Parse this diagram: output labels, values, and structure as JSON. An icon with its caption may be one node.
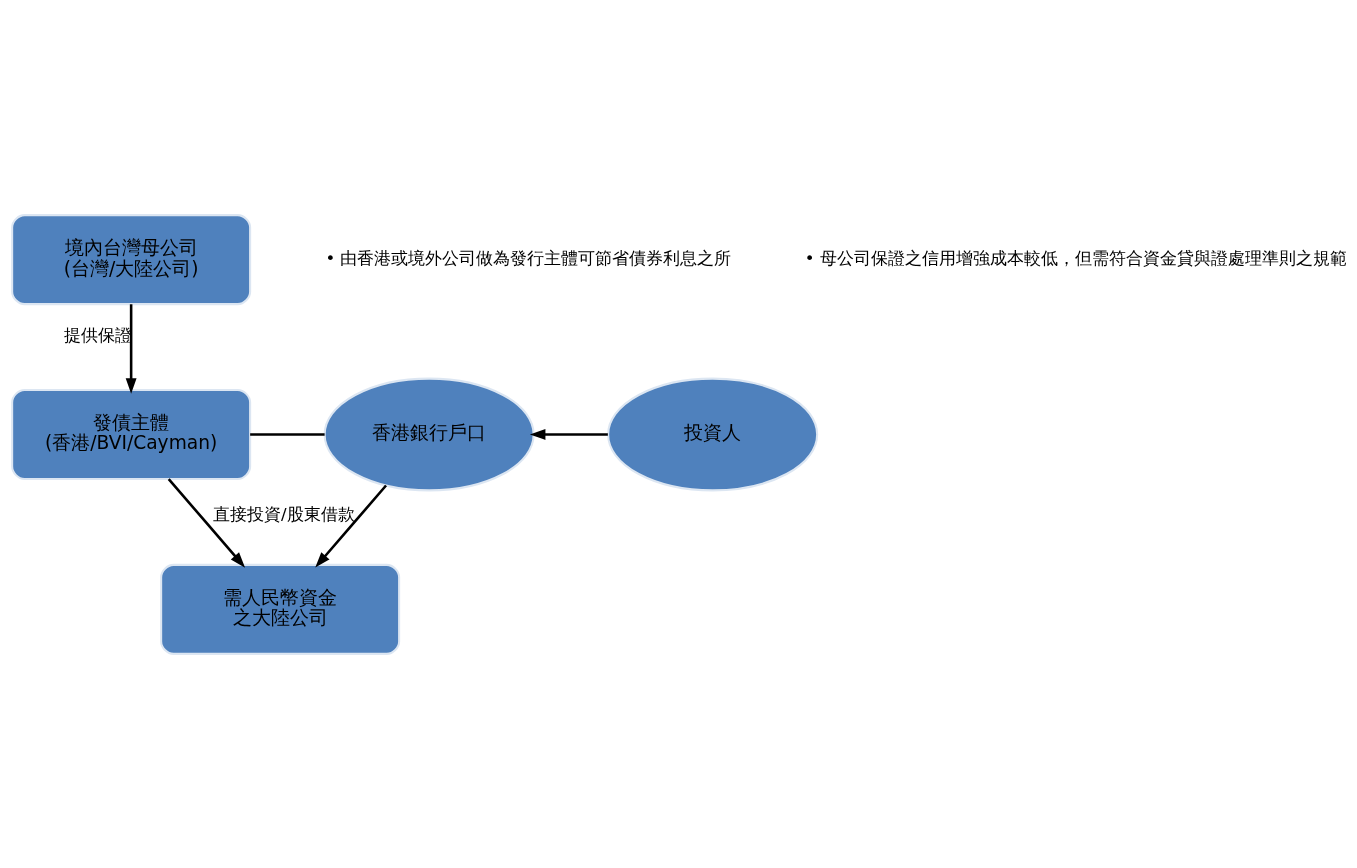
{
  "diagram": {
    "nodes": [
      {
        "text": [
          "境內台灣母公司 (台灣/大陸公司)"
        ]
      },
      {
        "text": [
          "發債主體 (香港/BVI/Cayman)"
        ]
      },
      {
        "text": [
          "香港銀行戶口"
        ]
      },
      {
        "text": [
          "投資人"
        ]
      },
      {
        "text": [
          "需人民幣資金之大陸公司"
        ]
      }
    ],
    "edges": [
      {
        "from": 0,
        "to": 1,
        "arrow": "to",
        "label": "提供保證"
      },
      {
        "from": 1,
        "to": 2,
        "arrow": "none"
      },
      {
        "from": 3,
        "to": 2,
        "arrow": "to"
      },
      {
        "from": 1,
        "to": 4,
        "arrow": "to"
      },
      {
        "from": 2,
        "to": 4,
        "arrow": "to",
        "label": "直接投資/股東借款"
      }
    ],
    "labels": [
      "• 由香港或境外公司做為發行主體可節省債券利息之所",
      "• 母公司保證之信用增強成本較低，但需符合資金貸與證處理準則之規範"
    ]
  }
}
